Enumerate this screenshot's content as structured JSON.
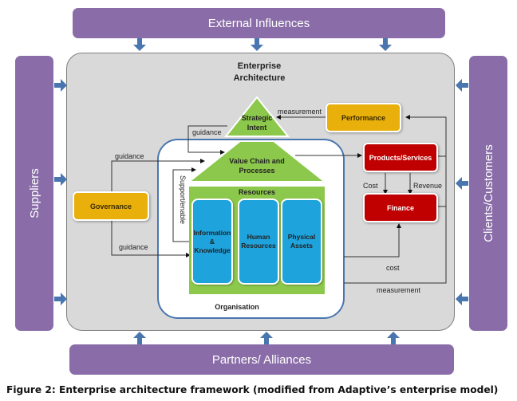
{
  "external_influences": "External Influences",
  "partners": "Partners/ Alliances",
  "suppliers": "Suppliers",
  "clients": "Clients/Customers",
  "enterprise_architecture": {
    "line1": "Enterprise",
    "line2": "Architecture"
  },
  "strategic_intent": {
    "line1": "Strategic",
    "line2": "Intent"
  },
  "value_chain": {
    "line1": "Value Chain and",
    "line2": "Processes"
  },
  "resources": "Resources",
  "pillars": [
    {
      "lines": [
        "Information",
        "&",
        "Knowledge"
      ]
    },
    {
      "lines": [
        "Human",
        "Resources"
      ]
    },
    {
      "lines": [
        "Physical",
        "Assets"
      ]
    }
  ],
  "organisation": "Organisation",
  "governance": "Governance",
  "performance": "Performance",
  "products_services": "Products/Services",
  "finance": "Finance",
  "edge_labels": {
    "measurement_top": "measurement",
    "guidance_strategic": "guidance",
    "guidance_upper": "guidance",
    "guidance_lower": "guidance",
    "support_enable": "Support/enable",
    "cost_upper": "Cost",
    "revenue": "Revenue",
    "cost_lower": "cost",
    "measurement_bottom": "measurement"
  },
  "caption": "Figure 2: Enterprise architecture framework (modified from Adaptive’s enterprise model)",
  "colors": {
    "purple": "#8a6da8",
    "arrow_blue": "#4a76b0",
    "green": "#8cc84b",
    "pillar_blue": "#1fa3dc",
    "gold": "#e9b00b",
    "red": "#c00000",
    "ea_gray": "#d9d9d9"
  }
}
